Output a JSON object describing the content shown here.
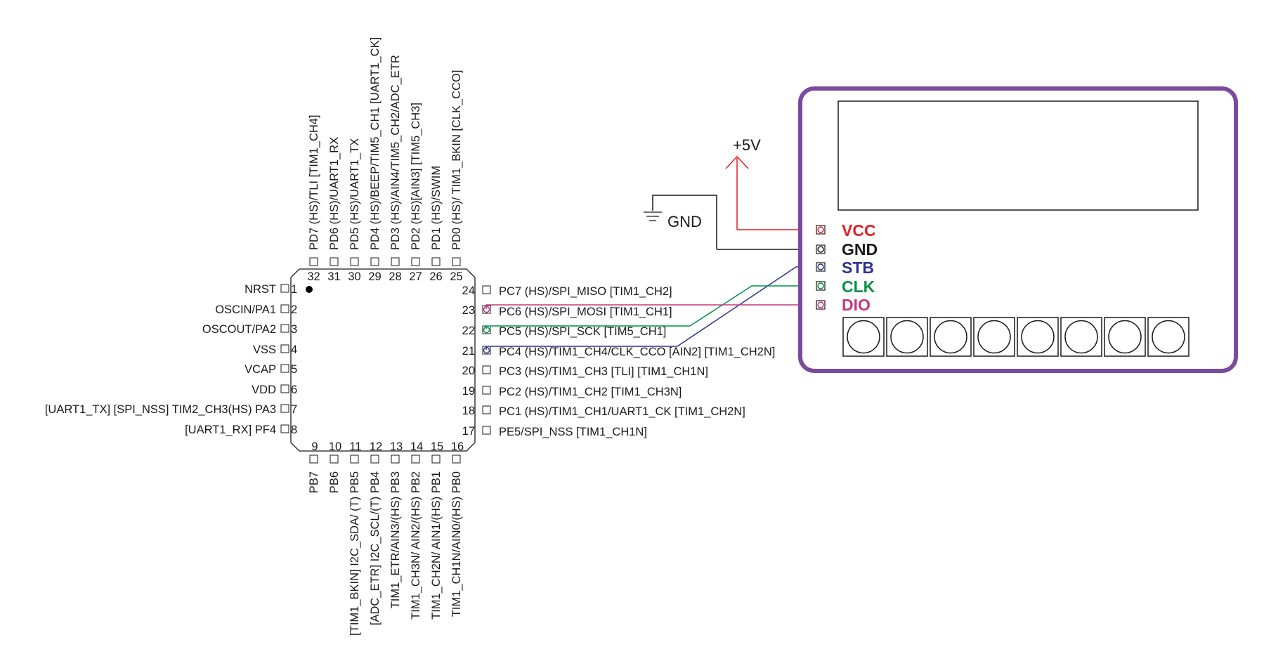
{
  "mcu": {
    "left_pins": [
      {
        "num": "1",
        "label": "NRST"
      },
      {
        "num": "2",
        "label": "OSCIN/PA1"
      },
      {
        "num": "3",
        "label": "OSCOUT/PA2"
      },
      {
        "num": "4",
        "label": "VSS"
      },
      {
        "num": "5",
        "label": "VCAP"
      },
      {
        "num": "6",
        "label": "VDD"
      },
      {
        "num": "7",
        "label": "[UART1_TX] [SPI_NSS] TIM2_CH3(HS) PA3"
      },
      {
        "num": "8",
        "label": "[UART1_RX] PF4"
      }
    ],
    "bottom_pins": [
      {
        "num": "9",
        "label": "PB7"
      },
      {
        "num": "10",
        "label": "PB6"
      },
      {
        "num": "11",
        "label": "[TIM1_BKIN] I2C_SDA/ (T) PB5"
      },
      {
        "num": "12",
        "label": "[ADC_ETR] I2C_SCL/(T) PB4"
      },
      {
        "num": "13",
        "label": "TIM1_ETR/AIN3/(HS) PB3"
      },
      {
        "num": "14",
        "label": "TIM1_CH3N/ AIN2/(HS) PB2"
      },
      {
        "num": "15",
        "label": "TIM1_CH2N/ AIN1/(HS) PB1"
      },
      {
        "num": "16",
        "label": "TIM1_CH1N/AIN0/(HS) PB0"
      }
    ],
    "right_pins": [
      {
        "num": "17",
        "label": "PE5/SPI_NSS [TIM1_CH1N]"
      },
      {
        "num": "18",
        "label": "PC1 (HS)/TIM1_CH1/UART1_CK [TIM1_CH2N]"
      },
      {
        "num": "19",
        "label": "PC2 (HS)/TIM1_CH2 [TIM1_CH3N]"
      },
      {
        "num": "20",
        "label": "PC3 (HS)/TIM1_CH3 [TLI] [TIM1_CH1N]"
      },
      {
        "num": "21",
        "label": "PC4 (HS)/TIM1_CH4/CLK_CCO [AIN2] [TIM1_CH2N]"
      },
      {
        "num": "22",
        "label": "PC5 (HS)/SPI_SCK [TIM5_CH1]"
      },
      {
        "num": "23",
        "label": "PC6 (HS)/SPI_MOSI [TIM1_CH1]"
      },
      {
        "num": "24",
        "label": "PC7 (HS)/SPI_MISO [TIM1_CH2]"
      }
    ],
    "top_pins": [
      {
        "num": "25",
        "label": "PD0 (HS)/ TIM1_BKIN [CLK_CCO]"
      },
      {
        "num": "26",
        "label": "PD1 (HS)/SWIM"
      },
      {
        "num": "27",
        "label": "PD2 (HS)[AIN3] [TIM5_CH3]"
      },
      {
        "num": "28",
        "label": "PD3 (HS)/AIN4/TIM5_CH2/ADC_ETR"
      },
      {
        "num": "29",
        "label": "PD4 (HS)/BEEP/TIM5_CH1 [UART1_CK]"
      },
      {
        "num": "30",
        "label": "PD5 (HS)/UART1_TX"
      },
      {
        "num": "31",
        "label": "PD6 (HS)/UART1_RX"
      },
      {
        "num": "32",
        "label": "PD7 (HS)/TLI [TIM1_CH4]"
      }
    ]
  },
  "power": {
    "vcc_label": "+5V",
    "gnd_label": "GND"
  },
  "module": {
    "connector": [
      {
        "label": "VCC",
        "color": "#e31e24"
      },
      {
        "label": "GND",
        "color": "#1a1a1a"
      },
      {
        "label": "STB",
        "color": "#2e3192"
      },
      {
        "label": "CLK",
        "color": "#009245"
      },
      {
        "label": "DIO",
        "color": "#c2387f"
      }
    ],
    "button_count": 8,
    "frame_color": "#7b4a9e"
  },
  "colors": {
    "vcc": "#e31e24",
    "gnd": "#1a1a1a",
    "stb": "#2e3192",
    "clk": "#009245",
    "dio": "#c2387f"
  }
}
